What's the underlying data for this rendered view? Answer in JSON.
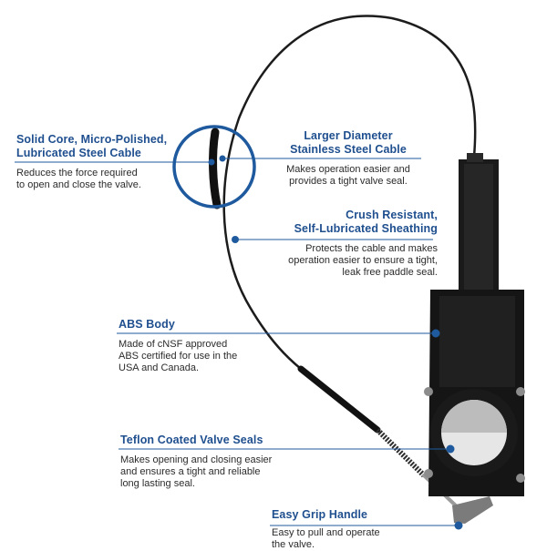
{
  "colors": {
    "accent": "#1f5a9e",
    "title_text": "#1f4f8f",
    "body_text": "#2b2b2b",
    "product": "#151515"
  },
  "callouts": {
    "cable_core": {
      "title_line1": "Solid Core, Micro-Polished,",
      "title_line2": "Lubricated Steel Cable",
      "desc_line1": "Reduces the force required",
      "desc_line2": "to open and close the valve."
    },
    "cable_diameter": {
      "title_line1": "Larger Diameter",
      "title_line2": "Stainless Steel Cable",
      "desc_line1": "Makes operation easier and",
      "desc_line2": "provides a tight valve seal."
    },
    "sheathing": {
      "title_line1": "Crush Resistant,",
      "title_line2": "Self-Lubricated Sheathing",
      "desc_line1": "Protects the cable and makes",
      "desc_line2": "operation easier to ensure a tight,",
      "desc_line3": "leak free paddle seal."
    },
    "abs_body": {
      "title": "ABS Body",
      "desc_line1": "Made of cNSF approved",
      "desc_line2": "ABS certified for use in the",
      "desc_line3": "USA and Canada."
    },
    "seals": {
      "title": "Teflon Coated Valve Seals",
      "desc_line1": "Makes opening and closing easier",
      "desc_line2": "and ensures a tight and reliable",
      "desc_line3": "long lasting seal."
    },
    "handle": {
      "title": "Easy Grip Handle",
      "desc_line1": "Easy to pull and operate",
      "desc_line2": "the valve."
    }
  }
}
